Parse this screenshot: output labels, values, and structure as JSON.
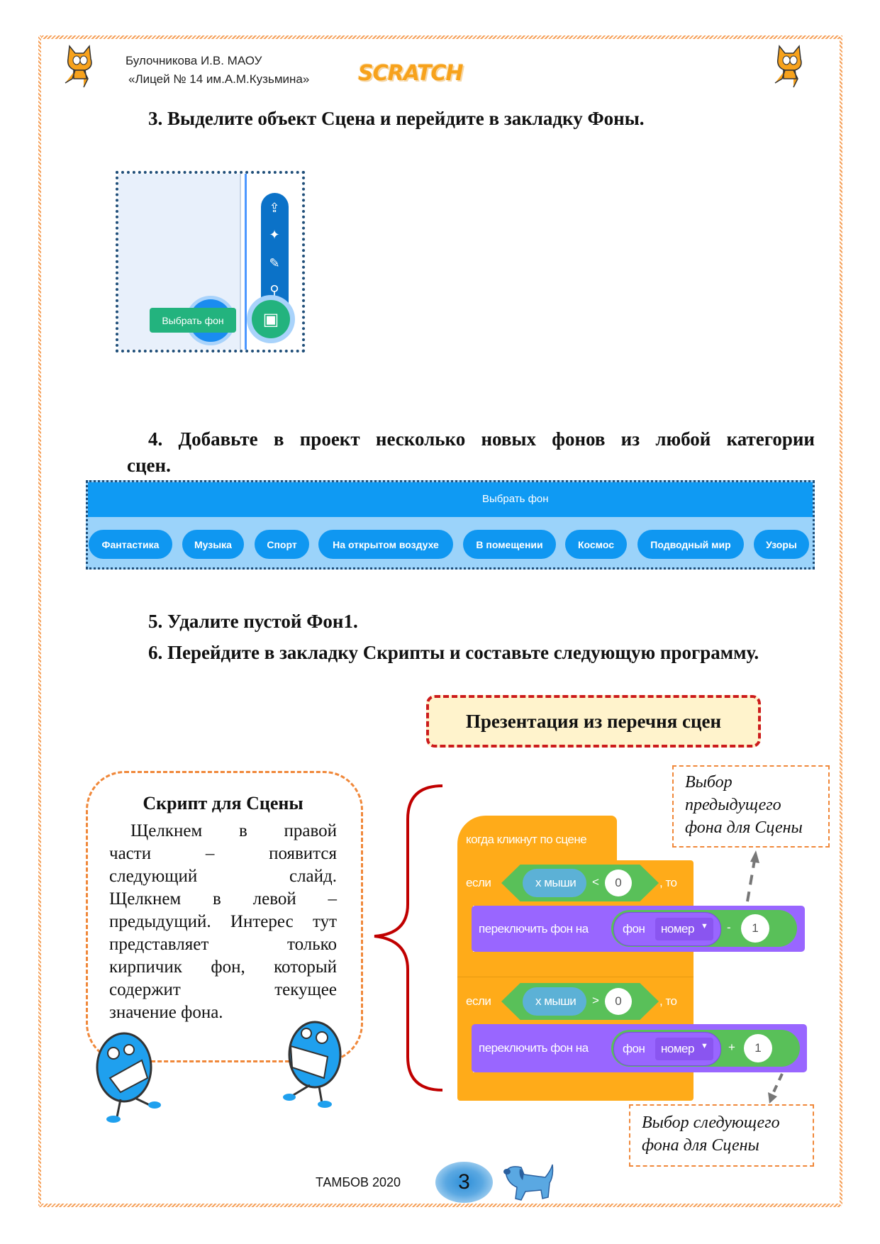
{
  "header": {
    "author": "Булочникова И.В. МАОУ",
    "school": "«Лицей № 14 им.А.М.Кузьмина»",
    "logo": "SCRATCH",
    "left_icon": "scratch-cat-icon",
    "right_icon": "scratch-cat-icon"
  },
  "step3": {
    "number": "3.",
    "text": "Выделите объект Сцена и перейдите в закладку Фоны."
  },
  "stage_panel": {
    "tooltip": "Выбрать фон",
    "tools": [
      "upload-icon",
      "surprise-icon",
      "paint-icon",
      "search-icon"
    ],
    "main_button": "choose-backdrop-icon",
    "colors": {
      "toolbar": "#0b72c8",
      "button": "#23b37e",
      "panel": "#e8f0fb"
    }
  },
  "step4": {
    "line1": "4. Добавьте в проект несколько новых фонов из любой категории",
    "line2": "сцен."
  },
  "backdrop_library": {
    "title": "Выбрать фон",
    "categories": [
      "Фантастика",
      "Музыка",
      "Спорт",
      "На открытом воздухе",
      "В помещении",
      "Космос",
      "Подводный мир",
      "Узоры"
    ],
    "colors": {
      "header": "#0f9af3",
      "body": "#9bd3fa"
    }
  },
  "step5": "5. Удалите пустой Фон1.",
  "step6": "6.  Перейдите в закладку Скрипты и составьте следующую программу.",
  "section_title": "Презентация из перечня сцен",
  "script_note": {
    "title": "Скрипт для Сцены",
    "lines": [
      "Щелкнем в правой",
      "части – появится",
      "следующий слайд.",
      "Щелкнем в левой –",
      "предыдущий. Интерес тут",
      "представляет только",
      "кирпичик фон, который",
      "содержит текущее",
      "значение фона."
    ]
  },
  "script": {
    "hat": "когда кликнут по сцене",
    "if1": {
      "label": "если",
      "reporter": "x мыши",
      "op": "<",
      "value": "0",
      "then": ", то",
      "action": "переключить фон на",
      "backdrop": "фон",
      "field": "номер",
      "math_op": "-",
      "math_value": "1"
    },
    "if2": {
      "label": "если",
      "reporter": "x мыши",
      "op": ">",
      "value": "0",
      "then": ", то",
      "action": "переключить фон на",
      "backdrop": "фон",
      "field": "номер",
      "math_op": "+",
      "math_value": "1"
    }
  },
  "annotations": {
    "prev": [
      "Выбор",
      "предыдущего",
      "фона для Сцены"
    ],
    "next": [
      "Выбор следующего",
      "фона для Сцены"
    ]
  },
  "footer": {
    "city": "ТАМБОВ 2020",
    "page": "3",
    "mascot": "dog-icon"
  }
}
